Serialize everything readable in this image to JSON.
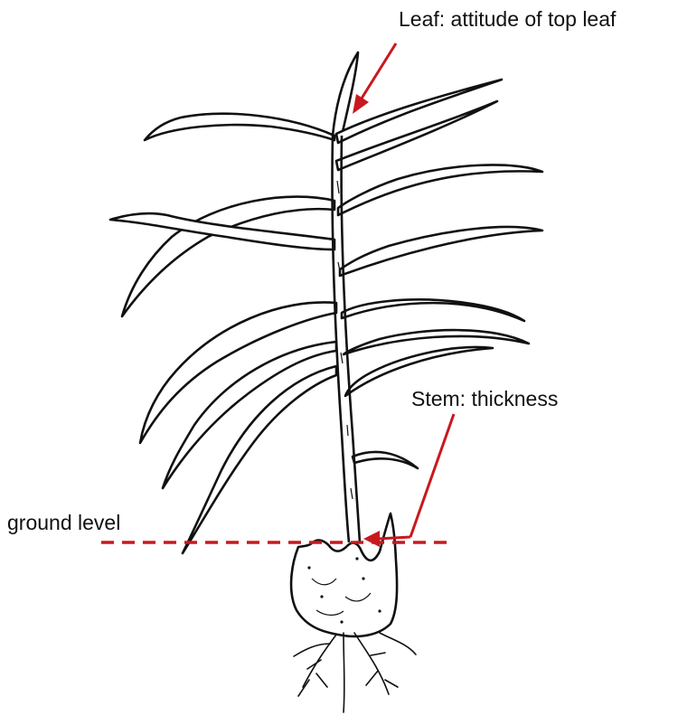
{
  "annotations": {
    "leaf_label": "Leaf: attitude of top leaf",
    "stem_label": "Stem: thickness",
    "ground_label": "ground level"
  },
  "colors": {
    "annotation": "#c8191e",
    "ink": "#111111",
    "background": "#ffffff"
  }
}
